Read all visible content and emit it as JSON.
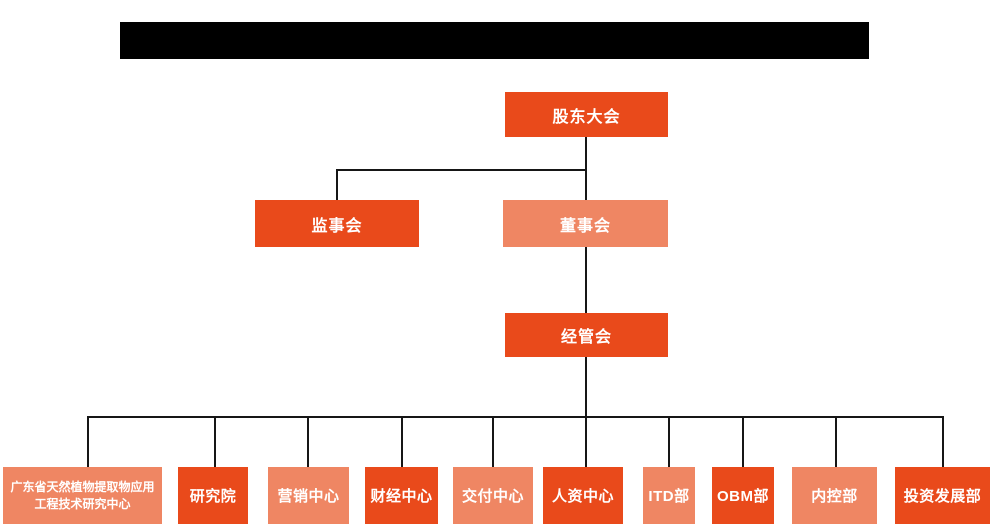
{
  "page": {
    "background": "#ffffff"
  },
  "header": {
    "redaction_bar": {
      "present": true,
      "color": "#000000"
    }
  },
  "colors": {
    "node_dark": "#e94a1b",
    "node_light": "#ef8663",
    "node_text": "#ffffff",
    "connector": "#161616",
    "redaction": "#000000"
  },
  "org": {
    "shareholders_meeting": {
      "label": "股东大会",
      "variant": "dark"
    },
    "supervisory_board": {
      "label": "监事会",
      "variant": "dark"
    },
    "board_of_directors": {
      "label": "董事会",
      "variant": "light"
    },
    "management_committee": {
      "label": "经管会",
      "variant": "dark"
    },
    "departments": [
      {
        "label": "广东省天然植物提取物应用工程技术研究中心",
        "variant": "light"
      },
      {
        "label": "研究院",
        "variant": "dark"
      },
      {
        "label": "营销中心",
        "variant": "light"
      },
      {
        "label": "财经中心",
        "variant": "dark"
      },
      {
        "label": "交付中心",
        "variant": "light"
      },
      {
        "label": "人资中心",
        "variant": "dark"
      },
      {
        "label": "ITD部",
        "variant": "light"
      },
      {
        "label": "OBM部",
        "variant": "dark"
      },
      {
        "label": "内控部",
        "variant": "light"
      },
      {
        "label": "投资发展部",
        "variant": "dark"
      }
    ]
  }
}
